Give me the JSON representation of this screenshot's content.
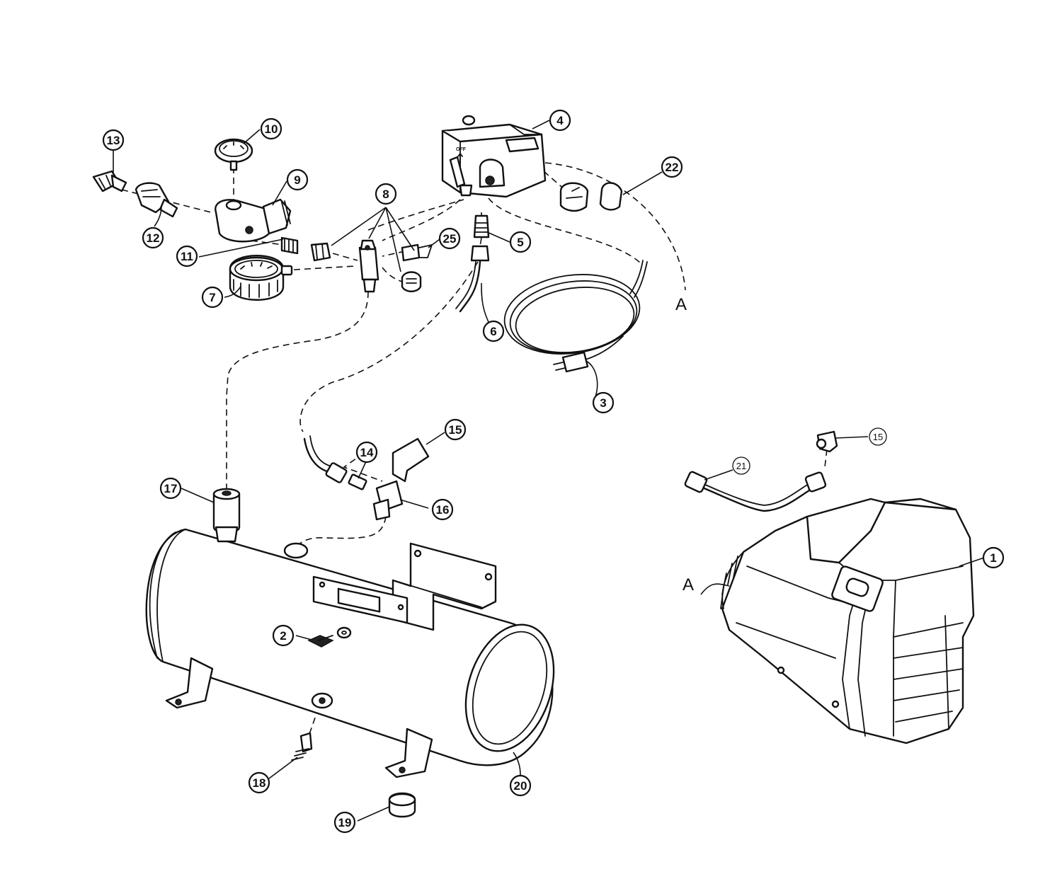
{
  "diagram": {
    "switch_label": "OFF",
    "reference_marks": [
      "A",
      "A"
    ],
    "callouts": [
      "1",
      "2",
      "3",
      "4",
      "5",
      "6",
      "7",
      "8",
      "9",
      "10",
      "11",
      "12",
      "13",
      "14",
      "15",
      "16",
      "17",
      "18",
      "19",
      "20",
      "21",
      "22",
      "25",
      "15"
    ]
  }
}
